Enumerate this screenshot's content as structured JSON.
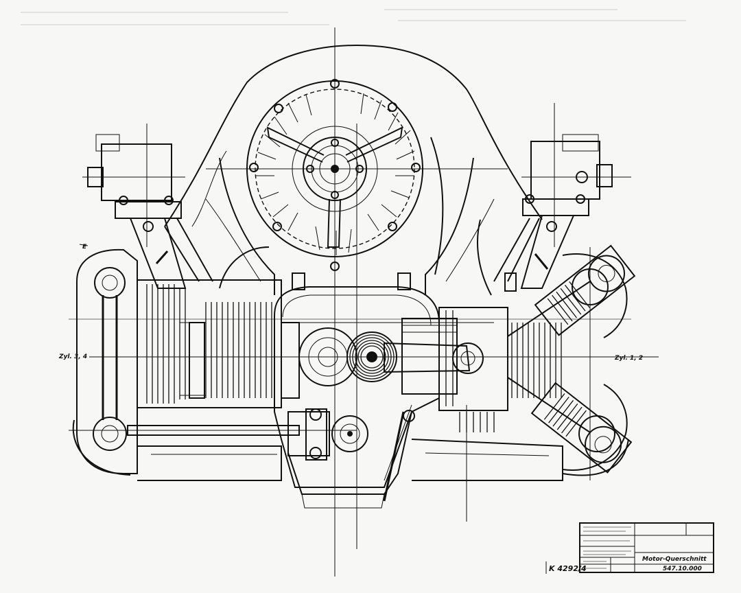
{
  "drawing": {
    "label_left": "Zyl. 3, 4",
    "label_right": "Zyl. 1, 2",
    "label_small": "E",
    "drawing_ref": "K 4292/4",
    "title_block": {
      "title": "Motor-Querschnitt",
      "number": "547.10.000"
    }
  }
}
